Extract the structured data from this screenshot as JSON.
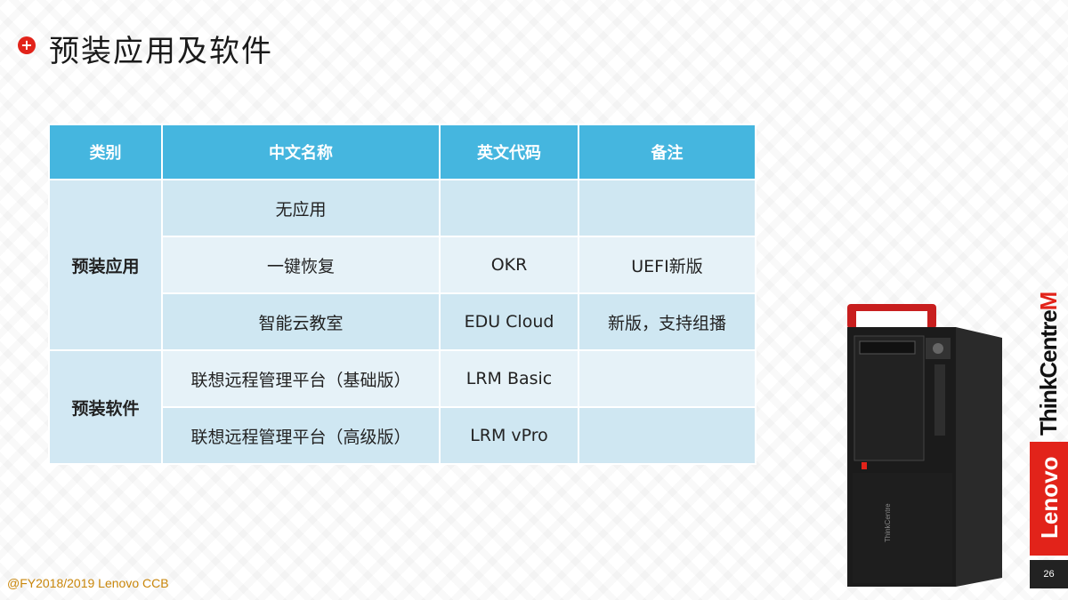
{
  "header": {
    "title": "预装应用及软件",
    "icon": "plus-circle-icon",
    "accent": "#e2231a"
  },
  "table": {
    "columns": [
      "类别",
      "中文名称",
      "英文代码",
      "备注"
    ],
    "groups": [
      {
        "category": "预装应用",
        "rows": [
          {
            "name": "无应用",
            "code": "",
            "note": ""
          },
          {
            "name": "一键恢复",
            "code": "OKR",
            "note": "UEFI新版"
          },
          {
            "name": "智能云教室",
            "code": "EDU Cloud",
            "note": "新版，支持组播"
          }
        ]
      },
      {
        "category": "预装软件",
        "rows": [
          {
            "name": "联想远程管理平台（基础版）",
            "code": "LRM Basic",
            "note": ""
          },
          {
            "name": "联想远程管理平台（高级版）",
            "code": "LRM vPro",
            "note": ""
          }
        ]
      }
    ],
    "header_color": "#45b6df"
  },
  "branding": {
    "series_a": "ThinkCentre",
    "series_b": "M",
    "logo": "Lenovo"
  },
  "footer": {
    "copyright": "@FY2018/2019  Lenovo CCB",
    "page_number": "26"
  }
}
